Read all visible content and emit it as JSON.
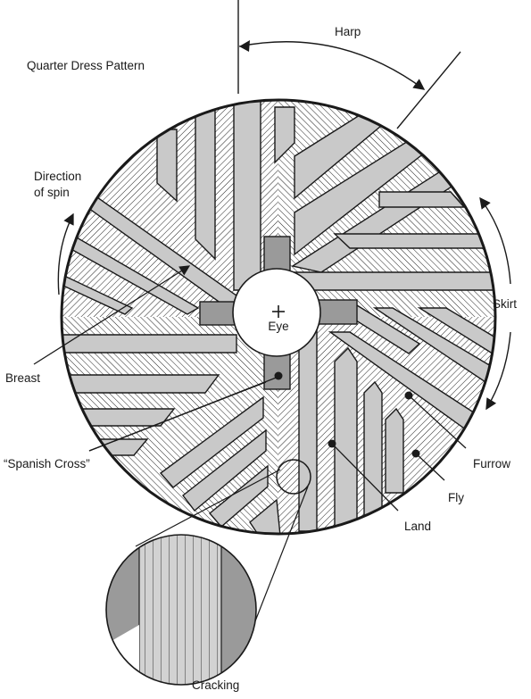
{
  "title": "Quarter Dress Pattern",
  "labels": {
    "harp": "Harp",
    "direction_line1": "Direction",
    "direction_line2": "of spin",
    "skirt": "Skirt",
    "eye": "Eye",
    "breast": "Breast",
    "spanish_cross": "“Spanish Cross”",
    "furrow": "Furrow",
    "fly": "Fly",
    "land": "Land",
    "cracking": "Cracking"
  },
  "colors": {
    "land_fill": "#c9c9c9",
    "cross_fill": "#9a9a9a",
    "ink": "#1a1a1a",
    "background": "#ffffff"
  }
}
